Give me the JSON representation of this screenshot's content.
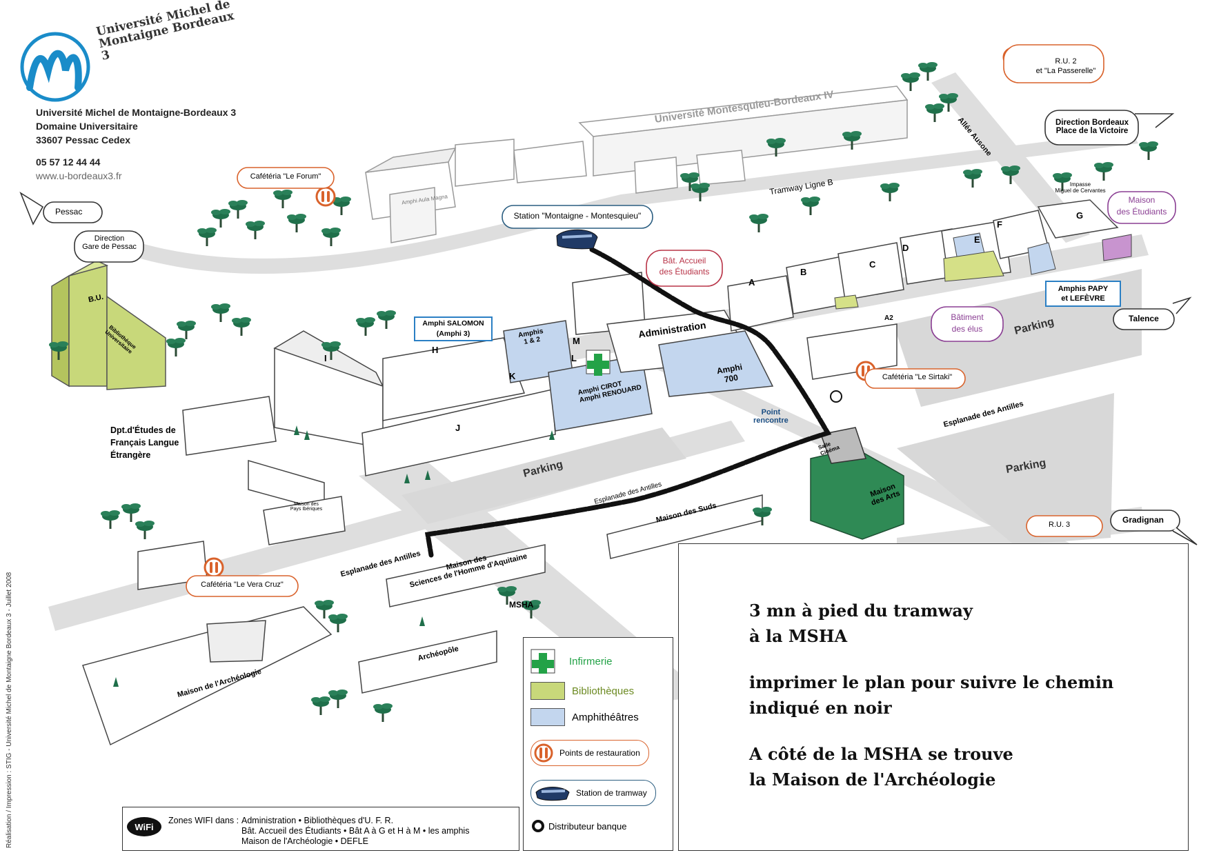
{
  "university": {
    "logo_text": "Université Michel de Montaigne Bordeaux 3",
    "address_line1": "Université Michel de Montaigne-Bordeaux 3",
    "address_line2": "Domaine Universitaire",
    "address_line3": "33607 Pessac Cedex",
    "phone": "05 57 12 44 44",
    "website": "www.u-bordeaux3.fr"
  },
  "vertical_credit": "Réalisation / Impression : STIG - Université Michel de Montaigne Bordeaux 3 - Juillet 2008",
  "directions": {
    "pessac": "Pessac",
    "gare_pessac_1": "Direction",
    "gare_pessac_2": "Gare de Pessac",
    "bordeaux_1": "Direction Bordeaux",
    "bordeaux_2": "Place de la Victoire",
    "talence": "Talence",
    "gradignan": "Gradignan"
  },
  "roads": {
    "tramway": "Tramway Ligne B",
    "allee_ausone": "Allée Ausone",
    "esplanade_1": "Esplanade des Antilles",
    "esplanade_2": "Esplanade des Antilles",
    "esplanade_3": "Esplanade des Antilles",
    "impasse_1": "Impasse",
    "impasse_2": "Miguel de Cervantes"
  },
  "parkings": {
    "p1": "Parking",
    "p2": "Parking",
    "p3": "Parking"
  },
  "buildings": {
    "bordeaux4": "Université Montesquieu-Bordeaux IV",
    "amphi_aula": "Amphi Aula Magna",
    "bu": "B.U.",
    "bibliotheque": "Bibliothèque Universitaire",
    "dept_1": "Dpt.d'Études de",
    "dept_2": "Français Langue",
    "dept_3": "Étrangère",
    "administration": "Administration",
    "amphi700_1": "Amphi",
    "amphi700_2": "700",
    "amphis12_1": "Amphis",
    "amphis12_2": "1 & 2",
    "amphi_cirot_1": "Amphi CIROT",
    "amphi_cirot_2": "Amphi RENOUARD",
    "maison_pays": "Maison des Pays Ibériques",
    "maison_suds": "Maison des Suds",
    "msha_1": "Maison des",
    "msha_2": "Sciences de l'Homme d'Aquitaine",
    "msha": "MSHA",
    "archeopole": "Archéopôle",
    "maison_archeo": "Maison de l'Archéologie",
    "maison_arts_1": "Maison",
    "maison_arts_2": "des Arts",
    "salle_1": "Salle",
    "salle_2": "Cinéma",
    "letters": [
      "A",
      "B",
      "C",
      "D",
      "E",
      "F",
      "G",
      "H",
      "I",
      "J",
      "K",
      "L",
      "M",
      "A2"
    ]
  },
  "callouts": {
    "forum": "Cafétéria \"Le Forum\"",
    "ru2_1": "R.U. 2",
    "ru2_2": "et \"La Passerelle\"",
    "station": "Station \"Montaigne - Montesquieu\"",
    "accueil_1": "Bât. Accueil",
    "accueil_2": "des Étudiants",
    "salomon_1": "Amphi SALOMON",
    "salomon_2": "(Amphi 3)",
    "maison_etudiants_1": "Maison",
    "maison_etudiants_2": "des Étudiants",
    "papy_1": "Amphis PAPY",
    "papy_2": "et LEFÈVRE",
    "elus_1": "Bâtiment",
    "elus_2": "des élus",
    "sirtaki": "Cafétéria \"Le Sirtaki\"",
    "point_1": "Point",
    "point_2": "rencontre",
    "ru3": "R.U. 3",
    "vera_cruz": "Cafétéria \"Le Vera Cruz\""
  },
  "info": {
    "line1": "3 mn à pied du tramway",
    "line2": "à la MSHA",
    "line3": "imprimer le plan pour suivre le chemin",
    "line4": "indiqué en noir",
    "line5": "A côté de la MSHA se trouve",
    "line6": "la Maison de l'Archéologie"
  },
  "legend": {
    "infirmerie": "Infirmerie",
    "bibliotheques": "Bibliothèques",
    "amphitheatres": "Amphithéâtres",
    "restauration": "Points de restauration",
    "tramway": "Station de tramway",
    "banque": "Distributeur banque"
  },
  "wifi": {
    "logo": "WiFi",
    "label": "Zones WIFI dans :",
    "line1": "Administration • Bibliothèques d'U. F. R.",
    "line2": "Bât. Accueil des Étudiants • Bât A à G et H à M • les amphis",
    "line3": "Maison de l'Archéologie • DEFLE"
  },
  "colors": {
    "library": "#c8d87a",
    "amphi": "#c3d6ee",
    "restaurant": "#d9622b",
    "students": "#8a3e93",
    "arts": "#2f8a55",
    "road": "#dedede",
    "tree": "#1f6f4a"
  }
}
